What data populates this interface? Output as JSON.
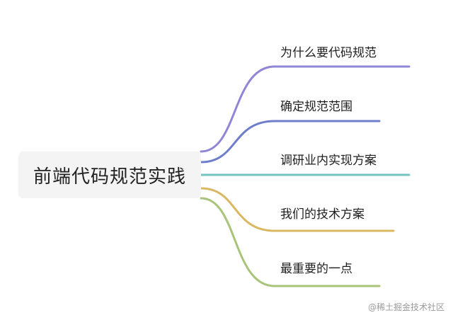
{
  "root": {
    "label": "前端代码规范实践"
  },
  "branches": [
    {
      "label": "为什么要代码规范",
      "color": "#8f86d6"
    },
    {
      "label": "确定规范范围",
      "color": "#6e7ecc"
    },
    {
      "label": "调研业内实现方案",
      "color": "#74c3c0"
    },
    {
      "label": "我们的技术方案",
      "color": "#d9b861"
    },
    {
      "label": "最重要的一点",
      "color": "#a9c47a"
    }
  ],
  "watermark": "@稀土掘金技术社区"
}
